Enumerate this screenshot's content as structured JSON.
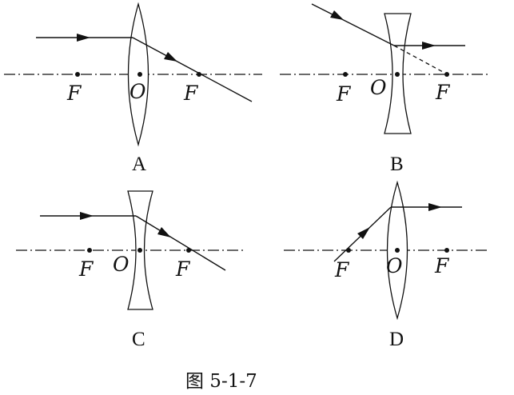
{
  "caption": "图 5-1-7",
  "panels": [
    {
      "label": "A",
      "focal_label": "F",
      "center_label": "O",
      "lens_type": "convex"
    },
    {
      "label": "B",
      "focal_label": "F",
      "center_label": "O",
      "lens_type": "concave"
    },
    {
      "label": "C",
      "focal_label": "F",
      "center_label": "O",
      "lens_type": "concave"
    },
    {
      "label": "D",
      "focal_label": "F",
      "center_label": "O",
      "lens_type": "convex"
    }
  ]
}
